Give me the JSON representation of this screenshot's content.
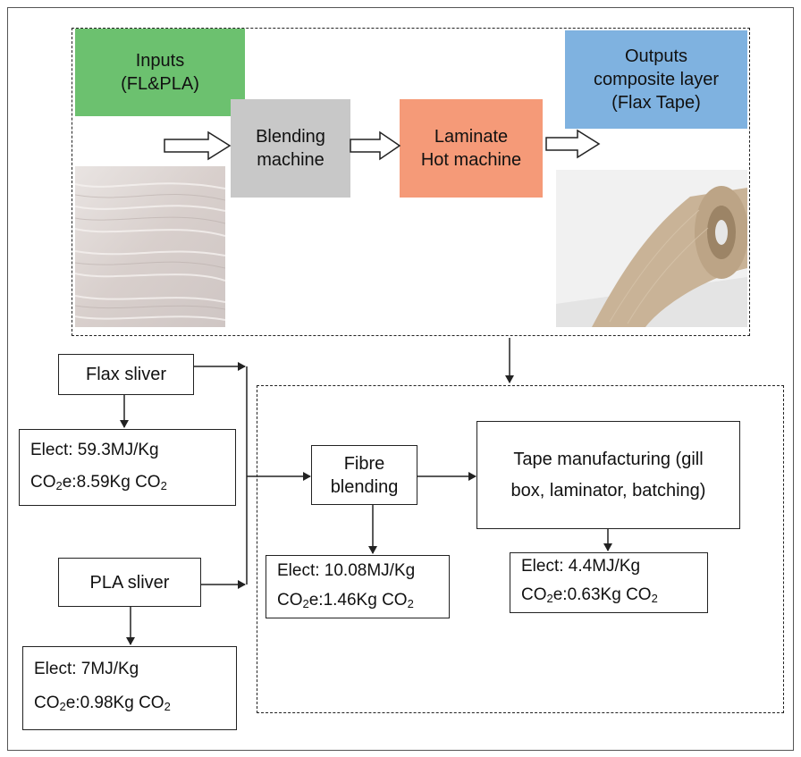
{
  "process": {
    "inputs": {
      "line1": "Inputs",
      "line2": "(FL&PLA)"
    },
    "blending": {
      "line1": "Blending",
      "line2": "machine"
    },
    "laminate": {
      "line1": "Laminate",
      "line2": "Hot machine"
    },
    "outputs": {
      "line1": "Outputs",
      "line2": "composite layer",
      "line3": "(Flax Tape)"
    }
  },
  "flow": {
    "flax_sliver": "Flax sliver",
    "pla_sliver": "PLA sliver",
    "fibre_blending": {
      "line1": "Fibre",
      "line2": "blending"
    },
    "tape_manufacturing": {
      "line1": "Tape manufacturing (gill",
      "line2": "box,  laminator, batching)"
    }
  },
  "stats": {
    "flax": {
      "elect": "Elect: 59.3MJ/Kg",
      "co2_prefix": "CO",
      "co2_mid": "e:8.59Kg CO"
    },
    "pla": {
      "elect": "Elect: 7MJ/Kg",
      "co2_prefix": "CO",
      "co2_mid": "e:0.98Kg CO"
    },
    "fibre": {
      "elect": "Elect: 10.08MJ/Kg",
      "co2_prefix": "CO",
      "co2_mid": "e:1.46Kg CO"
    },
    "tape": {
      "elect": "Elect: 4.4MJ/Kg",
      "co2_prefix": "CO",
      "co2_mid": "e:0.63Kg CO"
    },
    "subscript": "2"
  },
  "colors": {
    "inputs": "#6cc16f",
    "blending": "#c8c8c8",
    "laminate": "#f59a78",
    "outputs": "#7fb2e0"
  }
}
